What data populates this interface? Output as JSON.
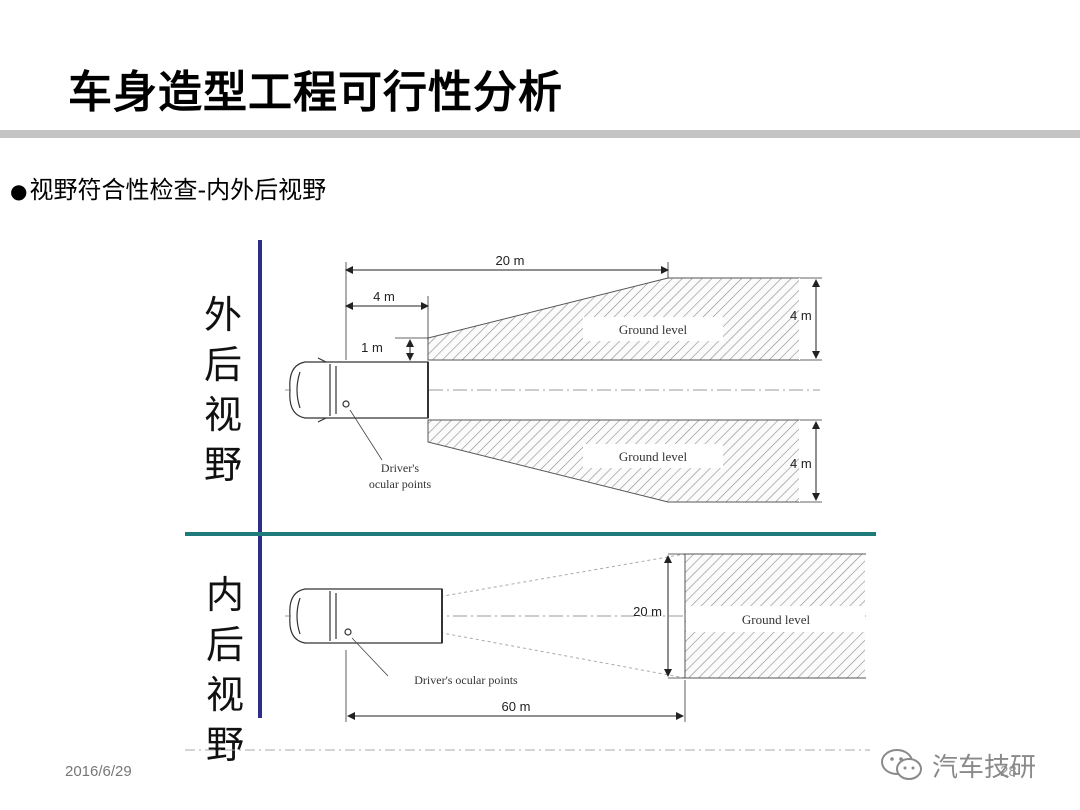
{
  "slide": {
    "title": "车身造型工程可行性分析",
    "bullet": "视野符合性检查-内外后视野",
    "date": "2016/6/29",
    "page_number": "28"
  },
  "sections": {
    "outer": {
      "chars": [
        "外",
        "后",
        "视",
        "野"
      ]
    },
    "inner": {
      "chars": [
        "内",
        "后",
        "视",
        "野"
      ]
    }
  },
  "diagram": {
    "outer_dims": {
      "d20": "20 m",
      "d4": "4 m",
      "d1": "1 m",
      "w_top": "4 m",
      "w_bottom": "4 m"
    },
    "ground_top": "Ground level",
    "ground_bottom": "Ground level",
    "driver_outer_1": "Driver's",
    "driver_outer_2": "ocular points",
    "inner_dims": {
      "d20": "20 m",
      "d60": "60 m"
    },
    "ground_inner": "Ground level",
    "driver_inner": "Driver's ocular points"
  },
  "watermark": {
    "text": "汽车技研",
    "icon": "wechat-icon"
  },
  "colors": {
    "divider_vertical": "#2e2e8a",
    "divider_horizontal": "#1f7a7a",
    "title_rule": "#c4c4c4"
  }
}
